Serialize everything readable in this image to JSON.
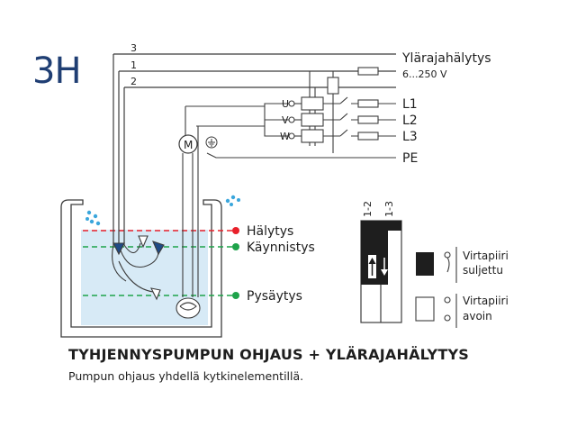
{
  "badge": "3H",
  "wires": {
    "n3": "3",
    "n1": "1",
    "n2": "2",
    "alarm_label": "Ylärajahälytys",
    "voltage_label": "6...250 V",
    "l1": "L1",
    "l2": "L2",
    "l3": "L3",
    "pe": "PE",
    "u": "U",
    "v": "V",
    "w": "W",
    "motor": "M"
  },
  "levels": {
    "alarm": "Hälytys",
    "start": "Käynnistys",
    "stop": "Pysäytys"
  },
  "switch": {
    "col_a": "1-2",
    "col_b": "1-3"
  },
  "legend": {
    "closed_line1": "Virtapiiri",
    "closed_line2": "suljettu",
    "open_line1": "Virtapiiri",
    "open_line2": "avoin"
  },
  "colors": {
    "alarm_level": "#e8202a",
    "level_lines": "#1ea34a",
    "water": "#d7eaf6",
    "drops": "#3aa6dc"
  },
  "heading": "TYHJENNYSPUMPUN OHJAUS + YLÄRAJAHÄLYTYS",
  "subheading": "Pumpun ohjaus yhdellä kytkinelementillä."
}
